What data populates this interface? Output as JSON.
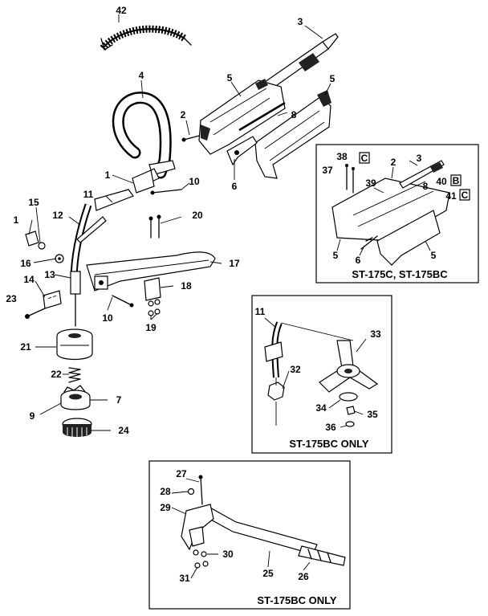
{
  "callouts": [
    "42",
    "3",
    "4",
    "5",
    "5",
    "2",
    "8",
    "6",
    "1",
    "10",
    "15",
    "11",
    "12",
    "20",
    "1",
    "17",
    "16",
    "13",
    "18",
    "14",
    "23",
    "10",
    "19",
    "21",
    "22",
    "7",
    "9",
    "24"
  ],
  "inset_top": {
    "caption": "ST-175C, ST-175BC",
    "callouts": [
      "38",
      "3",
      "37",
      "2",
      "39",
      "40",
      "8",
      "41",
      "5",
      "6",
      "5"
    ],
    "boxed_letters": [
      "C",
      "B",
      "C"
    ]
  },
  "inset_mid": {
    "caption": "ST-175BC ONLY",
    "callouts": [
      "11",
      "33",
      "32",
      "34",
      "35",
      "36"
    ]
  },
  "inset_bottom": {
    "caption": "ST-175BC ONLY",
    "callouts": [
      "27",
      "28",
      "29",
      "30",
      "31",
      "25",
      "26"
    ]
  }
}
